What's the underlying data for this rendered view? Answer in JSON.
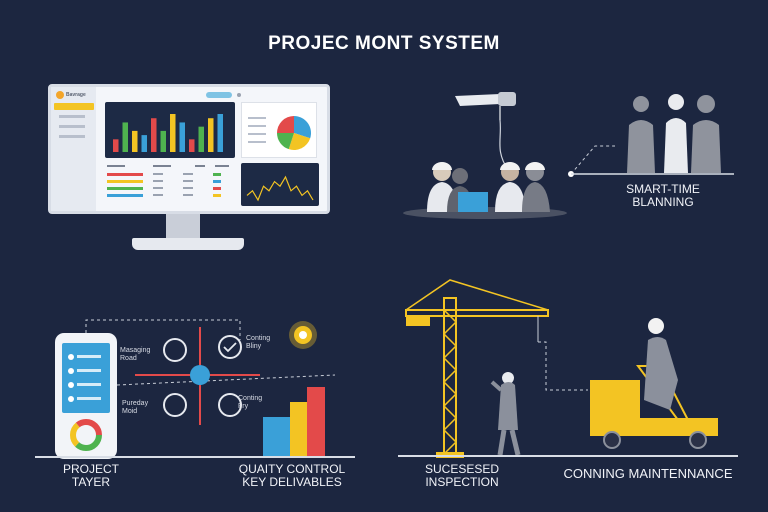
{
  "title": "PROJEC MONT SYSTEM",
  "panels": {
    "top_right": {
      "label_line1": "SMART-TIME",
      "label_line2": "BLANNING"
    },
    "bottom_left": {
      "label_left_line1": "PROJECT",
      "label_left_line2": "TAYER",
      "label_mid_line1": "QUAITY CONTROL",
      "label_mid_line2": "KEY DELIVABLES",
      "node_labels": [
        "Masaging\nRoad",
        "Conting\nBliny",
        "Pureday\nMoid",
        "Conting\nFry"
      ]
    },
    "bottom_right": {
      "label_left_line1": "SUCESESED",
      "label_left_line2": "INSPECTION",
      "label_right": "CONNING MAINTENNANCE"
    }
  },
  "dashboard": {
    "logo_text": "Bavrage",
    "bar_values": [
      3,
      7,
      5,
      4,
      8,
      5,
      9,
      7,
      3,
      6,
      8,
      9
    ],
    "pie_slices": [
      30,
      25,
      20,
      25
    ],
    "line_values": [
      4,
      5,
      3,
      6,
      5,
      7,
      6,
      8,
      5,
      6,
      4,
      5,
      3
    ]
  },
  "colors": {
    "background": "#1c2640",
    "accent_yellow": "#f3c423",
    "accent_red": "#e34a4a",
    "accent_blue": "#3aa0d8",
    "accent_green": "#4fb34f",
    "worker_gray": "#8b909c"
  }
}
